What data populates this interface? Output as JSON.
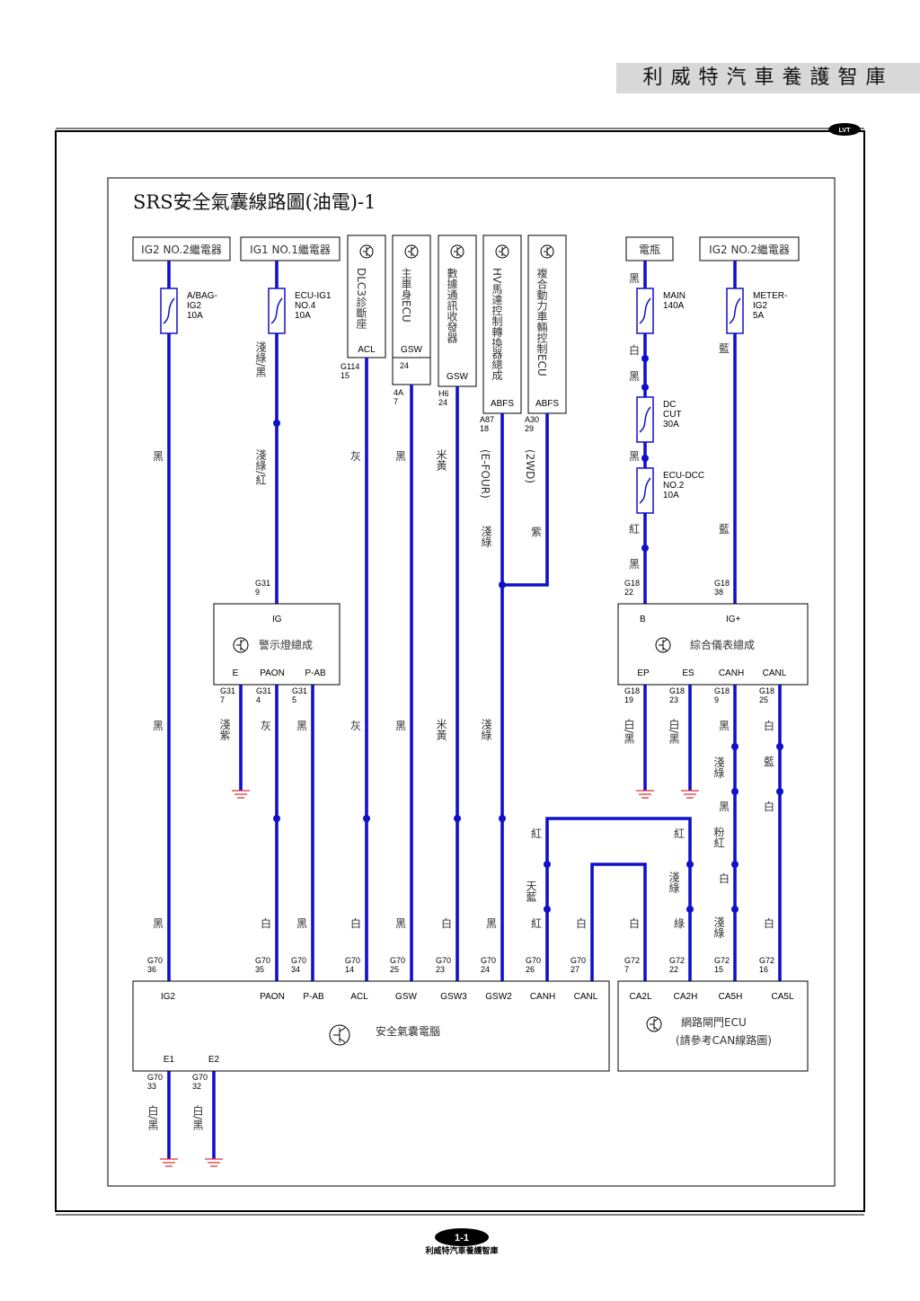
{
  "header": {
    "title": "利威特汽車養護智庫",
    "badge": "LVT"
  },
  "footer": {
    "page": "1-1",
    "brand": "利威特汽車養護智庫"
  },
  "diagram_title": "SRS安全氣囊線路圖(油電)-1",
  "top_boxes": {
    "ig2_relay_left": "IG2 NO.2繼電器",
    "ig1_relay": "IG1 NO.1繼電器",
    "battery": "電瓶",
    "ig2_relay_right": "IG2 NO.2繼電器"
  },
  "fuses": {
    "abag": [
      "A/BAG-",
      "IG2",
      "10A"
    ],
    "ecu_ig1": [
      "ECU-IG1",
      "NO.4",
      "10A"
    ],
    "main": [
      "MAIN",
      "140A"
    ],
    "dc_cut": [
      "DC",
      "CUT",
      "30A"
    ],
    "ecu_dcc": [
      "ECU-DCC",
      "NO.2",
      "10A"
    ],
    "meter": [
      "METER-",
      "IG2",
      "5A"
    ]
  },
  "modules": {
    "dlc3": {
      "name": "DLC3診斷座",
      "pin": "ACL",
      "conn": [
        "G114",
        "15"
      ]
    },
    "body_ecu": {
      "name": "主車身ECU",
      "pin": "GSW",
      "pin_no": "24",
      "conn": [
        "4A",
        "7"
      ]
    },
    "gateway": {
      "name": "數據通訊收發器",
      "pin": "GSW",
      "conn": [
        "H6",
        "24"
      ]
    },
    "hv_motor": {
      "name": "HV馬達控制轉換器總成",
      "pin": "ABFS",
      "conn": [
        "A87",
        "18"
      ],
      "note": "(E-FOUR)"
    },
    "hybrid_ecu": {
      "name": "複合動力車輛控制ECU",
      "pin": "ABFS",
      "conn": [
        "A30",
        "29"
      ],
      "note": "(2WD)"
    }
  },
  "warning_lamp": {
    "name": "警示燈總成",
    "top_pin": "IG",
    "top_conn": [
      "G31",
      "9"
    ],
    "pins": [
      "E",
      "PAON",
      "P-AB"
    ],
    "conns": [
      [
        "G31",
        "7"
      ],
      [
        "G31",
        "4"
      ],
      [
        "G31",
        "5"
      ]
    ]
  },
  "meter_cluster": {
    "name": "綜合儀表總成",
    "top_pins": [
      "B",
      "IG+"
    ],
    "top_conns": [
      [
        "G18",
        "22"
      ],
      [
        "G18",
        "38"
      ]
    ],
    "pins": [
      "EP",
      "ES",
      "CANH",
      "CANL"
    ],
    "conns": [
      [
        "G18",
        "19"
      ],
      [
        "G18",
        "23"
      ],
      [
        "G18",
        "9"
      ],
      [
        "G18",
        "25"
      ]
    ]
  },
  "airbag_ecu": {
    "name": "安全氣囊電腦",
    "pins": [
      "IG2",
      "PAON",
      "P-AB",
      "ACL",
      "GSW",
      "GSW3",
      "GSW2",
      "CANH",
      "CANL"
    ],
    "conns": [
      [
        "G70",
        "36"
      ],
      [
        "G70",
        "35"
      ],
      [
        "G70",
        "34"
      ],
      [
        "G70",
        "14"
      ],
      [
        "G70",
        "25"
      ],
      [
        "G70",
        "23"
      ],
      [
        "G70",
        "24"
      ],
      [
        "G70",
        "26"
      ],
      [
        "G70",
        "27"
      ]
    ],
    "ground_pins": [
      "E1",
      "E2"
    ],
    "ground_conns": [
      [
        "G70",
        "33"
      ],
      [
        "G70",
        "32"
      ]
    ]
  },
  "gateway_ecu": {
    "name": "網路閘門ECU",
    "note": "(請參考CAN線路圖)",
    "pins": [
      "CA2L",
      "CA2H",
      "CA5H",
      "CA5L"
    ],
    "conns": [
      [
        "G72",
        "7"
      ],
      [
        "G72",
        "22"
      ],
      [
        "G72",
        "15"
      ],
      [
        "G72",
        "16"
      ]
    ]
  },
  "wire_colors": {
    "w1_top": "黑",
    "w1_mid": "黑",
    "w1_bot": "黑",
    "w2_a": "淺綠/黑",
    "w2_b": "淺綠/紅",
    "w3_top": "灰",
    "w3_mid": "灰",
    "w4_top": "黑",
    "w4_mid": "黑",
    "w5_top": "米黃",
    "w5_mid": "米黃",
    "w6": "淺綠",
    "w6_mid": "淺綠",
    "w6_bot": "黑",
    "w7": "紫",
    "lamp_e": "淺紫",
    "lamp_paon": "灰",
    "lamp_pab": "黑",
    "ecu_paon": "白",
    "ecu_pab": "黑",
    "ecu_acl": "白",
    "ecu_gsw": "黑",
    "ecu_gsw3": "白",
    "ecu_canh": "紅",
    "ecu_canl": "白",
    "canh_top": "紅",
    "canh_mid": "天藍",
    "batt": [
      "黑",
      "白",
      "黑",
      "黑",
      "紅",
      "黑"
    ],
    "meter_ig": [
      "藍",
      "藍"
    ],
    "ep": "白/黑",
    "es": "白/黑",
    "m_canh": [
      "黑",
      "淺綠",
      "黑",
      "粉紅",
      "白",
      "淺綠"
    ],
    "m_canl": [
      "白",
      "藍",
      "白",
      "白"
    ],
    "gw_ca2l": "白",
    "gw_ca2h_top": "紅",
    "gw_ca2h_mid": "淺綠",
    "gw_ca2h_bot": "綠"
  }
}
